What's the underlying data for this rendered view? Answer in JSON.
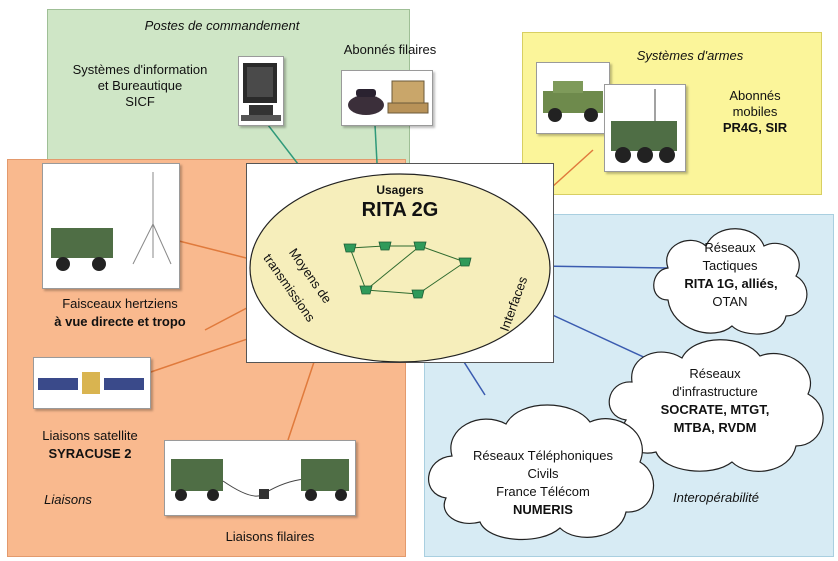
{
  "panels": {
    "commandement": {
      "title": "Postes de commandement",
      "sicf_line1": "Systèmes d'information",
      "sicf_line2": "et Bureautique",
      "sicf_line3": "SICF",
      "abonnes": "Abonnés filaires"
    },
    "armes": {
      "title": "Systèmes d'armes",
      "line1": "Abonnés",
      "line2": "mobiles",
      "line3": "PR4G, SIR"
    },
    "liaisons": {
      "fh_line1": "Faisceaux hertziens",
      "fh_line2": "à vue directe et tropo",
      "sat_line1": "Liaisons satellite",
      "sat_line2": "SYRACUSE 2",
      "title": "Liaisons",
      "filaires": "Liaisons filaires"
    },
    "interop": {
      "title": "Interopérabilité"
    }
  },
  "center": {
    "usagers": "Usagers",
    "rita": "RITA 2G",
    "moyens_line1": "Moyens de",
    "moyens_line2": "transmissions",
    "interfaces": "Interfaces"
  },
  "clouds": {
    "tactiques": {
      "line1": "Réseaux",
      "line2": "Tactiques",
      "line3": "RITA 1G, alliés,",
      "line4": "OTAN"
    },
    "infrastructure": {
      "line1": "Réseaux",
      "line2": "d'infrastructure",
      "line3": "SOCRATE, MTGT,",
      "line4": "MTBA, RVDM"
    },
    "civils": {
      "line1": "Réseaux Téléphoniques",
      "line2": "Civils",
      "line3": "France Télécom",
      "line4": "NUMERIS"
    }
  },
  "colors": {
    "commandement_bg": "#cfe6c6",
    "armes_bg": "#fbf59a",
    "liaisons_bg": "#f9b98e",
    "interop_bg": "#d7ebf4",
    "ellipse_fill": "#f6eebb",
    "link_green": "#2f9a7a",
    "link_orange": "#e07a3c",
    "link_blue": "#3a5bb0"
  }
}
